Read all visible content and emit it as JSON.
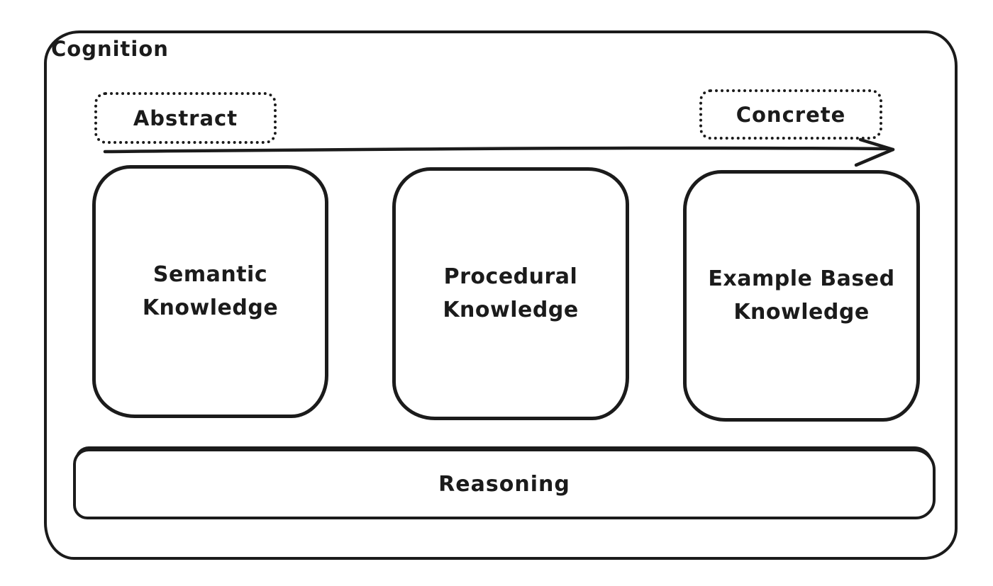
{
  "diagram": {
    "title": "Cognition",
    "axis": {
      "left_label": "Abstract",
      "right_label": "Concrete",
      "arrow_direction": "left-to-right"
    },
    "knowledge_boxes": [
      {
        "label": "Semantic\nKnowledge"
      },
      {
        "label": "Procedural\nKnowledge"
      },
      {
        "label": "Example Based\nKnowledge"
      }
    ],
    "bottom_bar_label": "Reasoning",
    "colors": {
      "stroke": "#1b1b1b",
      "background": "#ffffff"
    }
  }
}
